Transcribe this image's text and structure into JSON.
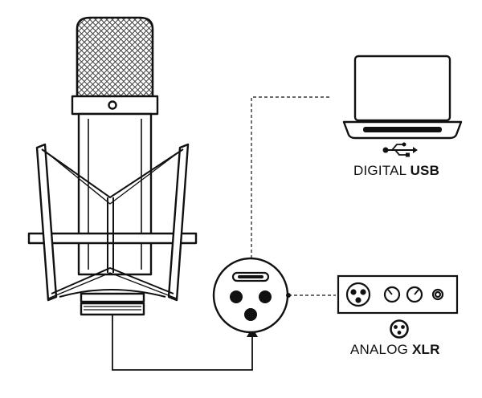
{
  "labels": {
    "usb_prefix": "DIGITAL ",
    "usb_bold": "USB",
    "xlr_prefix": "ANALOG ",
    "xlr_bold": "XLR"
  },
  "icons": {
    "usb": "usb-icon",
    "xlr": "xlr-icon",
    "laptop": "laptop-icon",
    "microphone": "microphone-icon",
    "interface": "audio-interface-icon",
    "connector": "mic-connector-icon"
  },
  "colors": {
    "stroke": "#111111",
    "background": "#ffffff",
    "mesh": "#444444"
  }
}
